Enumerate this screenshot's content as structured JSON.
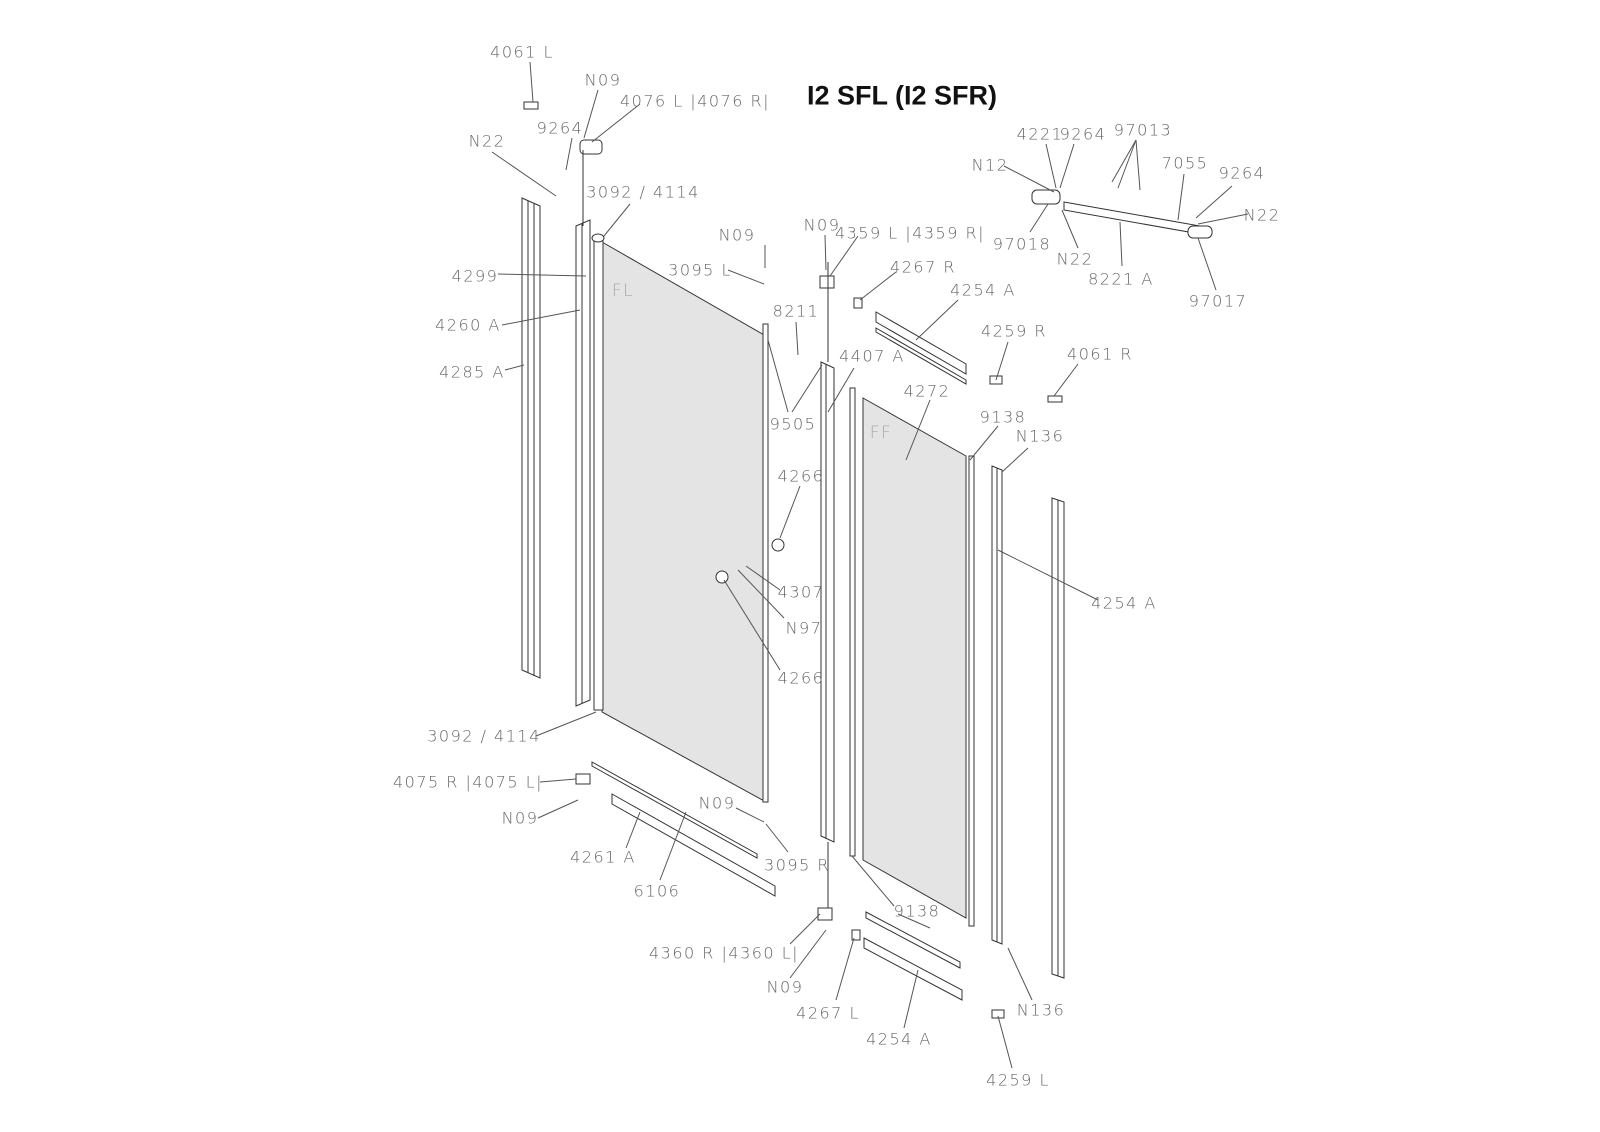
{
  "title": "I2 SFL (I2 SFR)",
  "glass_marks": [
    "FL",
    "FF"
  ],
  "labels": [
    "4061 L",
    "N09",
    "4076 L |4076 R|",
    "9264",
    "N22",
    "3092 / 4114",
    "N09",
    "3095 L",
    "N09",
    "4359 L |4359 R|",
    "4267 R",
    "4254 A",
    "4259 R",
    "4061 R",
    "4299",
    "4260 A",
    "4285 A",
    "8211",
    "4407 A",
    "4272",
    "9138",
    "9505",
    "N136",
    "4266",
    "4307",
    "N97",
    "4254 A",
    "4266",
    "3092 / 4114",
    "4075 R |4075 L|",
    "N09",
    "N09",
    "4261 A",
    "3095 R",
    "6106",
    "9138",
    "4360 R |4360 L|",
    "N09",
    "4267 L",
    "N136",
    "4254 A",
    "4259 L",
    "4221",
    "9264",
    "97013",
    "N12",
    "7055",
    "9264",
    "N22",
    "97018",
    "N22",
    "8221 A",
    "97017"
  ],
  "colors": {
    "line": "#333333",
    "glass": "#e4e4e4",
    "label": "#666666"
  }
}
